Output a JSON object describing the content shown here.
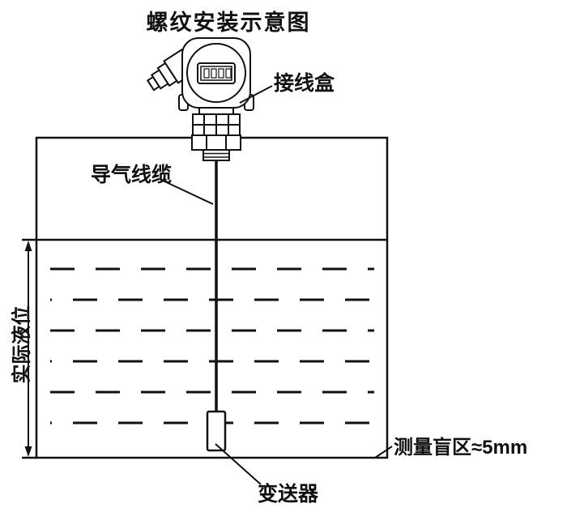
{
  "title": "螺纹安装示意图",
  "labels": {
    "junction_box": "接线盒",
    "vent_cable": "导气线缆",
    "actual_level": "实际液位",
    "blind_zone": "测量盲区≈5mm",
    "transmitter": "变送器"
  },
  "colors": {
    "line": "#111111",
    "background": "#ffffff"
  }
}
